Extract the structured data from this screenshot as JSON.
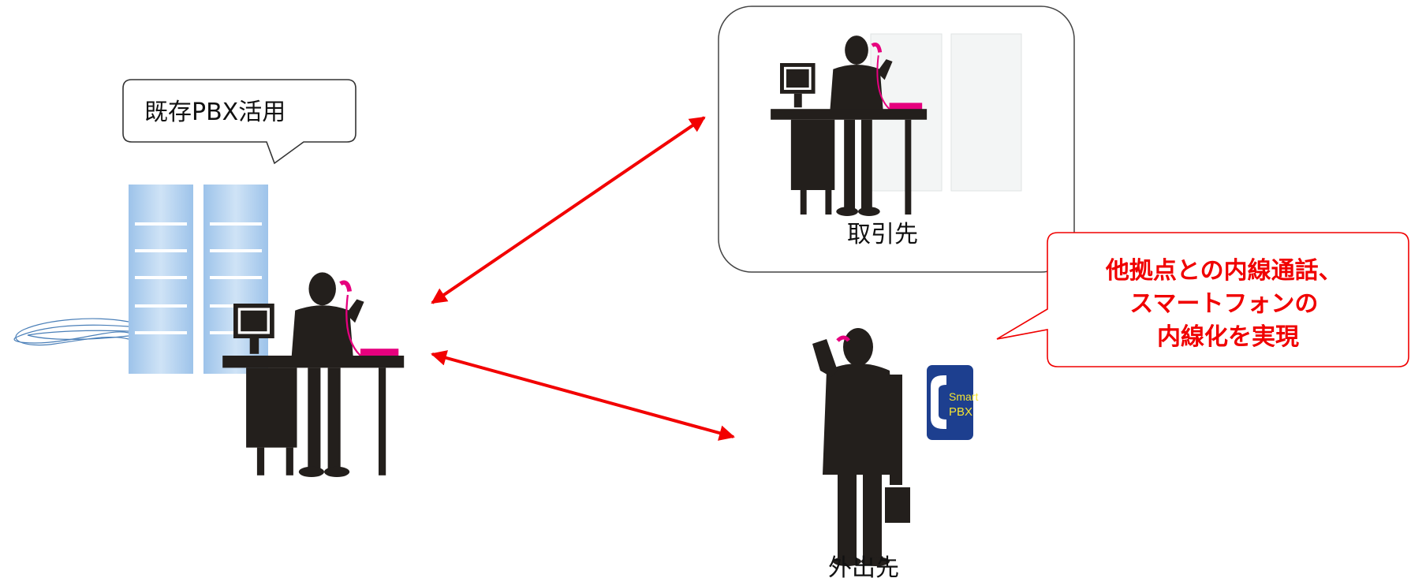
{
  "callout_pbx": {
    "text": "既存PBX活用"
  },
  "partner": {
    "label": "取引先"
  },
  "mobile": {
    "label": "外出先"
  },
  "callout_features": {
    "lines": [
      "他拠点との内線通話、",
      "スマートフォンの",
      "内線化を実現"
    ]
  },
  "app_icon": {
    "line1": "Smart",
    "line2": "PBX"
  },
  "colors": {
    "arrow": "#f20000",
    "phone": "#e6007e",
    "server": "#a7c8ea",
    "silhouette": "#231f1c",
    "callout_border": "#f00000",
    "app_bg": "#1d3f8f"
  },
  "icons": [
    "pbx-server-icon",
    "office-worker-icon",
    "mobile-worker-icon",
    "smartpbx-app-icon"
  ]
}
